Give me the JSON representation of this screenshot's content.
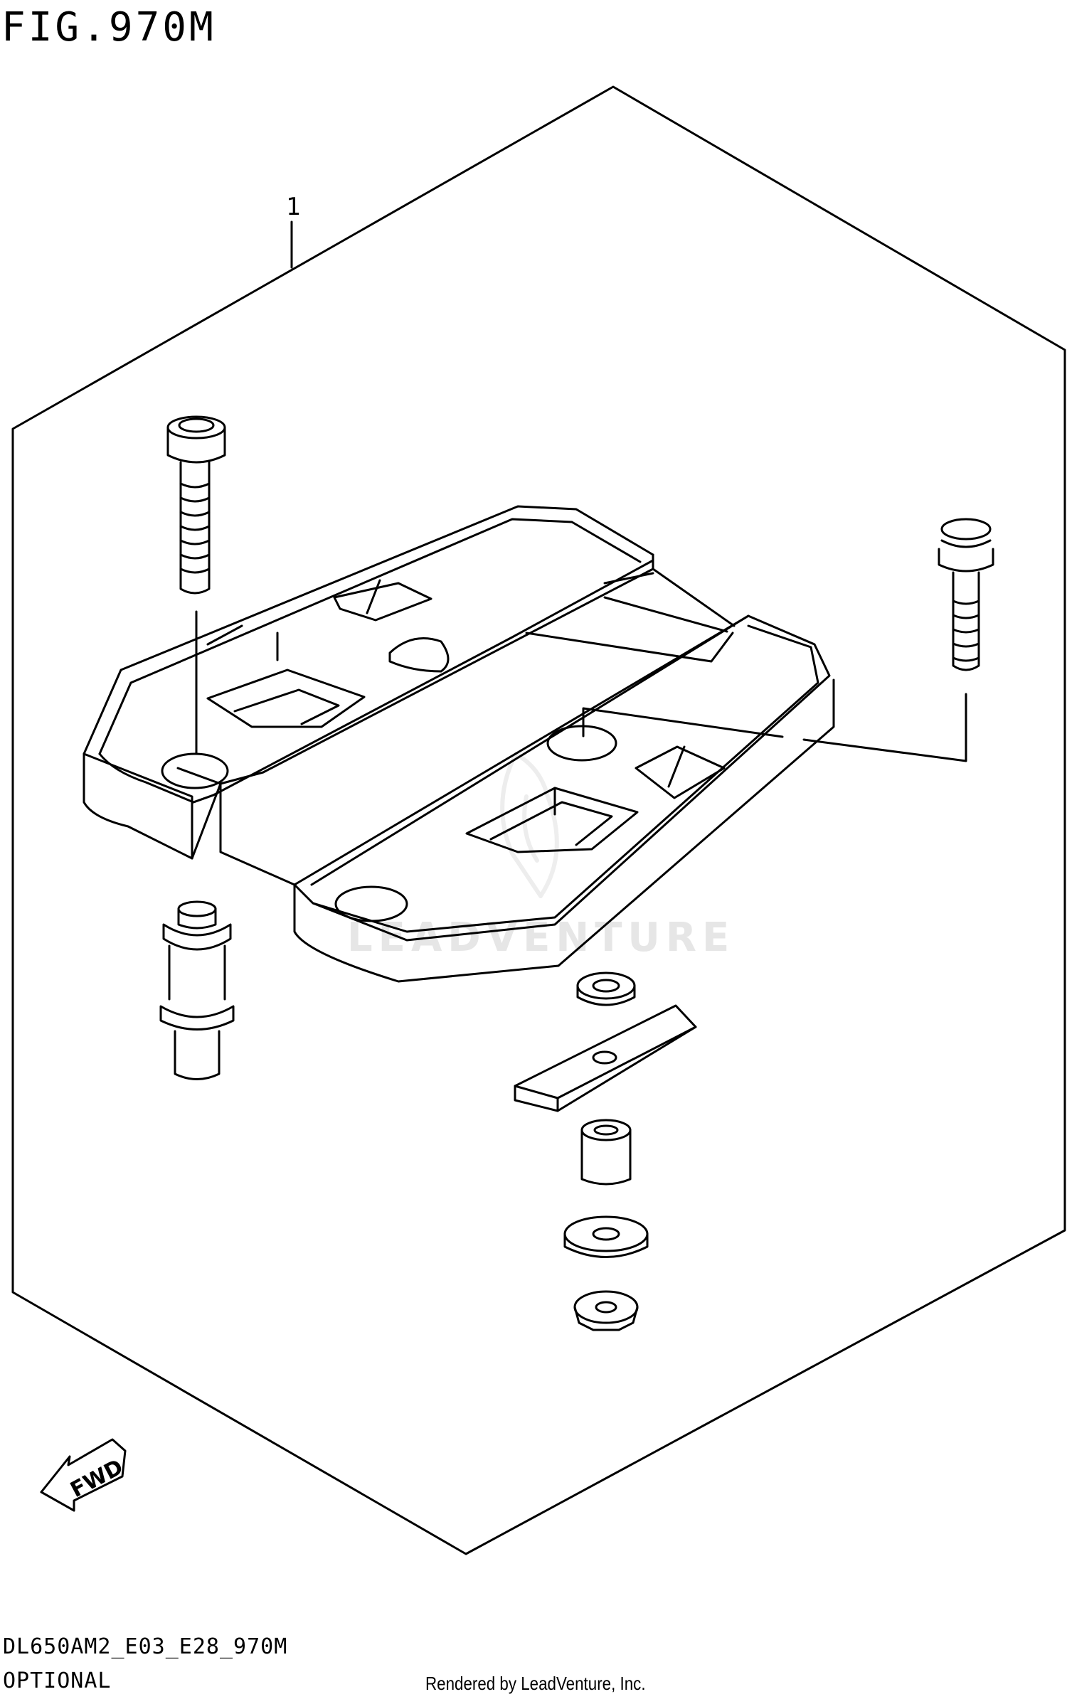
{
  "figure": {
    "title": "FIG.970M",
    "callouts": [
      {
        "label": "1"
      }
    ]
  },
  "direction_badge": "FWD",
  "watermark": "LEADVENTURE",
  "footer": {
    "model_code": "DL650AM2_E03_E28_970M",
    "note": "OPTIONAL",
    "credit": "Rendered by LeadVenture, Inc."
  },
  "colors": {
    "line": "#000000",
    "background": "#ffffff",
    "watermark": "#e6e6e6"
  }
}
